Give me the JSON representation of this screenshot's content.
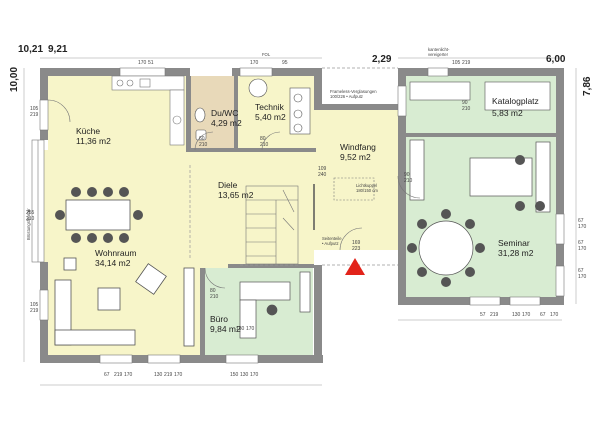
{
  "dimensions": {
    "top_left_a": "10,21",
    "top_left_b": "9,21",
    "left_vertical": "10,00",
    "top_right_mid": "2,29",
    "top_right": "6,00",
    "right_vertical": "7,86"
  },
  "rooms": [
    {
      "name": "Küche",
      "area": "11,36 m2"
    },
    {
      "name": "Du/WC",
      "area": "4,29 m2"
    },
    {
      "name": "Technik",
      "area": "5,40 m2"
    },
    {
      "name": "Windfang",
      "area": "9,52 m2"
    },
    {
      "name": "Katalogplatz",
      "area": "5,83 m2"
    },
    {
      "name": "Diele",
      "area": "13,65 m2"
    },
    {
      "name": "Wohnraum",
      "area": "34,14 m2"
    },
    {
      "name": "Seminar",
      "area": "31,28 m2"
    },
    {
      "name": "Büro",
      "area": "9,84 m2"
    }
  ],
  "notes": {
    "fol": "FOL",
    "frameless_1": "Frameless-Verglasungen",
    "frameless_2": "100/226 • Aufputz",
    "skylight_1": "Lichtkuppel",
    "skylight_2": "180/150 cm",
    "side_1": "Seitenteile",
    "side_2": "• Aufputz",
    "top_note_1": "kantenlicht-",
    "top_note_2": "vereigerter",
    "window_note": "Brüstungsfenster"
  },
  "labels": {
    "d170a": "170",
    "d51": "51",
    "d170b": "170",
    "d95": "95",
    "d105a": "105",
    "d219a": "219",
    "d60a": "60",
    "d210a": "210",
    "d80a": "80",
    "d210b": "210",
    "d90a": "90",
    "d210c": "210",
    "d109": "109",
    "d240": "240",
    "d90b": "90",
    "d210d": "210",
    "d255": "255",
    "d210e": "210",
    "d105b": "105",
    "d219b": "219",
    "d80b": "80",
    "d210f": "210",
    "d169": "169",
    "d223": "223",
    "d67a": "67",
    "d170c": "170",
    "d67b": "67",
    "d170d": "170",
    "d67c": "67",
    "d170e": "170",
    "b67": "67",
    "b219a": "219",
    "b170a": "170",
    "b130": "130",
    "b219b": "219",
    "b170b": "170",
    "b150": "150",
    "b130b": "130",
    "b170c": "170",
    "t105": "105",
    "t219": "219",
    "t130": "130",
    "t170": "170",
    "bm1": "57",
    "bm2": "219",
    "bm3": "130",
    "bm4": "170",
    "bm5": "67",
    "bm6": "170"
  }
}
